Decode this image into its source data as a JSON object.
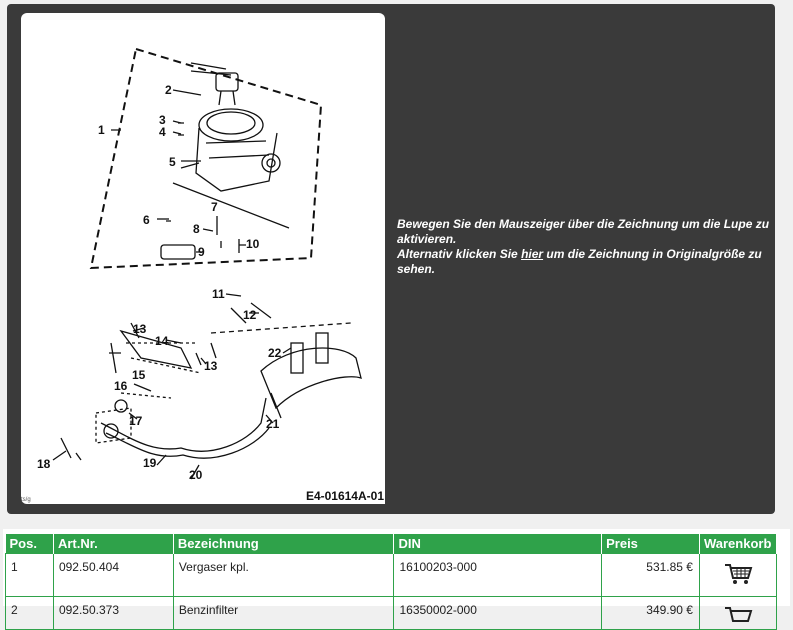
{
  "drawing": {
    "code": "E4-01614A-01",
    "mark": "ts/g",
    "callouts": [
      "1",
      "2",
      "3",
      "4",
      "5",
      "6",
      "7",
      "8",
      "9",
      "10",
      "11",
      "12",
      "13",
      "13",
      "14",
      "15",
      "16",
      "17",
      "18",
      "19",
      "20",
      "21",
      "22"
    ]
  },
  "hint": {
    "line1": "Bewegen Sie den Mauszeiger über die Zeichnung um die Lupe zu aktivieren.",
    "line2_pre": "Alternativ klicken Sie ",
    "line2_link": "hier",
    "line2_post": " um die Zeichnung in Originalgröße zu sehen."
  },
  "table": {
    "headers": [
      "Pos.",
      "Art.Nr.",
      "Bezeichnung",
      "DIN",
      "Preis",
      "Warenkorb"
    ],
    "rows": [
      {
        "pos": "1",
        "art": "092.50.404",
        "name": "Vergaser kpl.",
        "din": "16100203-000",
        "price": "531.85 €"
      },
      {
        "pos": "2",
        "art": "092.50.373",
        "name": "Benzinfilter",
        "din": "16350002-000",
        "price": "349.90 €"
      }
    ]
  },
  "colors": {
    "header_green": "#2fa24a",
    "panel": "#3a3a3a"
  }
}
